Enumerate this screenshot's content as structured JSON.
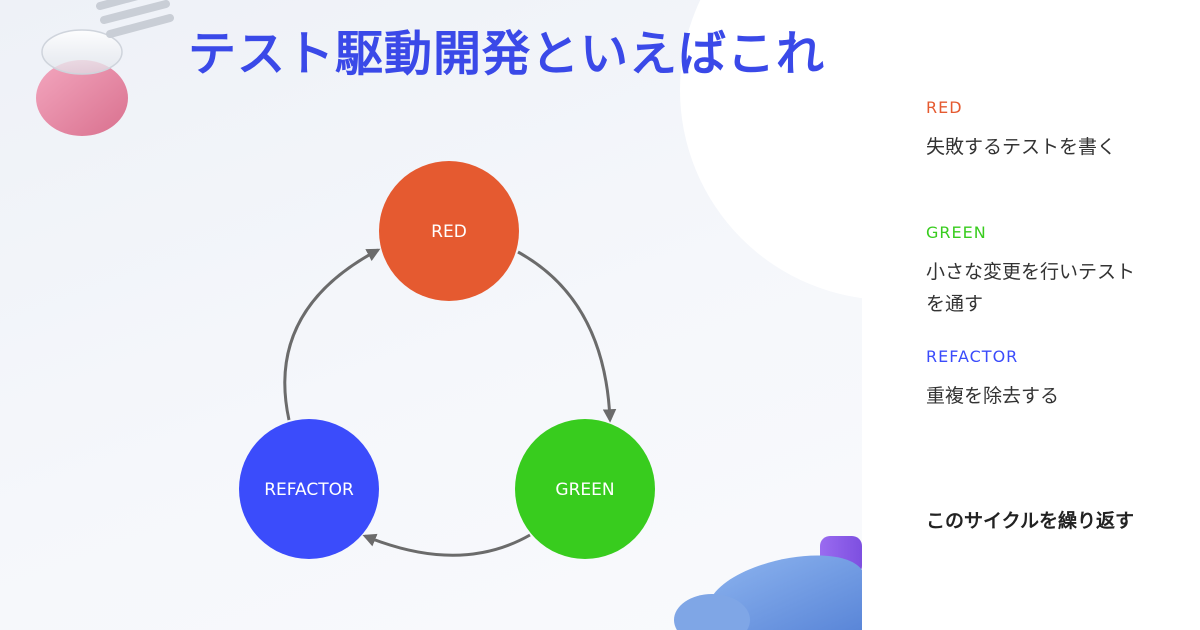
{
  "title": "テスト駆動開発といえばこれ",
  "diagram": {
    "nodes": [
      {
        "id": "red",
        "label": "RED",
        "color": "#e55a30"
      },
      {
        "id": "green",
        "label": "GREEN",
        "color": "#38cc1e"
      },
      {
        "id": "refactor",
        "label": "REFACTOR",
        "color": "#3b4cfb"
      }
    ],
    "edges": [
      {
        "from": "red",
        "to": "green"
      },
      {
        "from": "green",
        "to": "refactor"
      },
      {
        "from": "refactor",
        "to": "red"
      }
    ]
  },
  "legend": [
    {
      "label": "RED",
      "color": "#e55a30",
      "description": "失敗するテストを書く"
    },
    {
      "label": "GREEN",
      "color": "#38cc1e",
      "description": "小さな変更を行いテストを通す"
    },
    {
      "label": "REFACTOR",
      "color": "#3b4cfb",
      "description": "重複を除去する"
    }
  ],
  "footer": "このサイクルを繰り返す"
}
